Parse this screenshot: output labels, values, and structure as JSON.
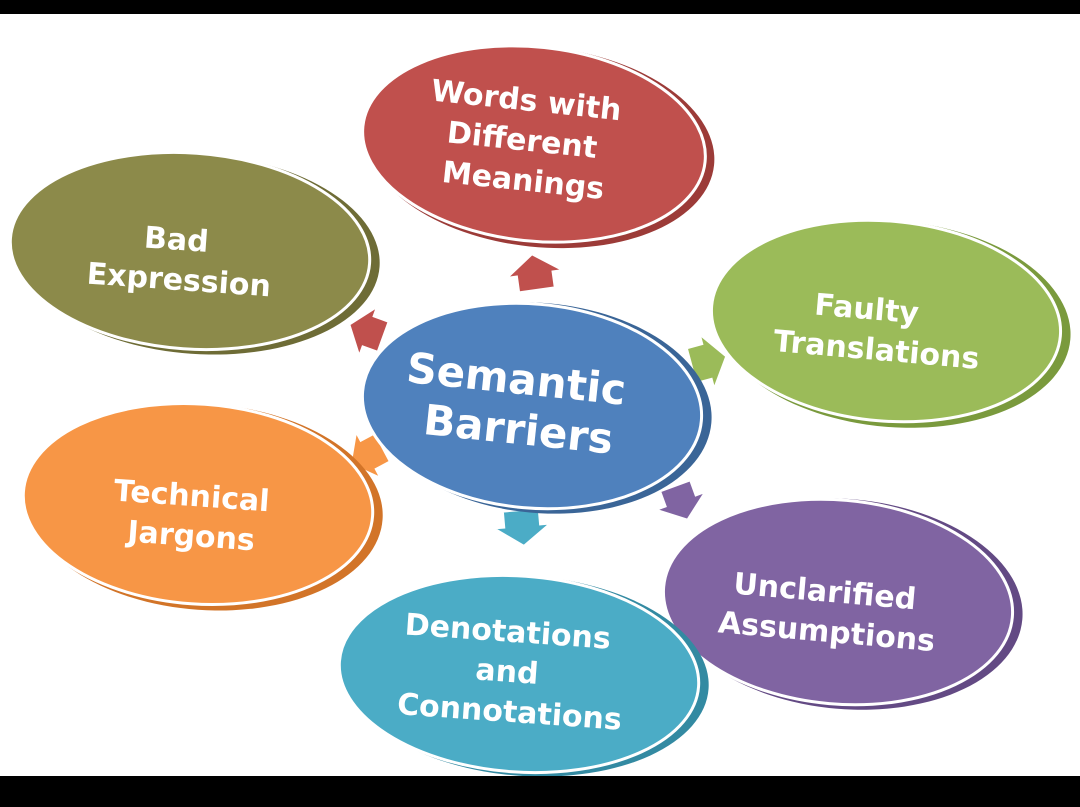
{
  "center": {
    "lines": [
      "Semantic",
      "Barriers"
    ],
    "color": "#4f81bd",
    "shadow": "#3a6597"
  },
  "nodes": [
    {
      "id": "words-with-different-meanings",
      "lines": [
        "Words with",
        "Different",
        "Meanings"
      ],
      "color": "#c0504d",
      "shadow": "#9c3b38",
      "arrow_color": "#c0504d"
    },
    {
      "id": "faulty-translations",
      "lines": [
        "Faulty",
        "Translations"
      ],
      "color": "#9bbb59",
      "shadow": "#7a9a3d",
      "arrow_color": "#9bbb59"
    },
    {
      "id": "unclarified-assumptions",
      "lines": [
        "Unclarified",
        "Assumptions"
      ],
      "color": "#8064a2",
      "shadow": "#634a84",
      "arrow_color": "#8064a2"
    },
    {
      "id": "denotations-and-connotations",
      "lines": [
        "Denotations",
        "and",
        "Connotations"
      ],
      "color": "#4bacc6",
      "shadow": "#338aa2",
      "arrow_color": "#4bacc6"
    },
    {
      "id": "technical-jargons",
      "lines": [
        "Technical",
        "Jargons"
      ],
      "color": "#f79646",
      "shadow": "#d27428",
      "arrow_color": "#f79646"
    },
    {
      "id": "bad-expression",
      "lines": [
        "Bad",
        "Expression"
      ],
      "color": "#8c8a4a",
      "shadow": "#6e6c36",
      "arrow_color": "#c0504d"
    }
  ]
}
